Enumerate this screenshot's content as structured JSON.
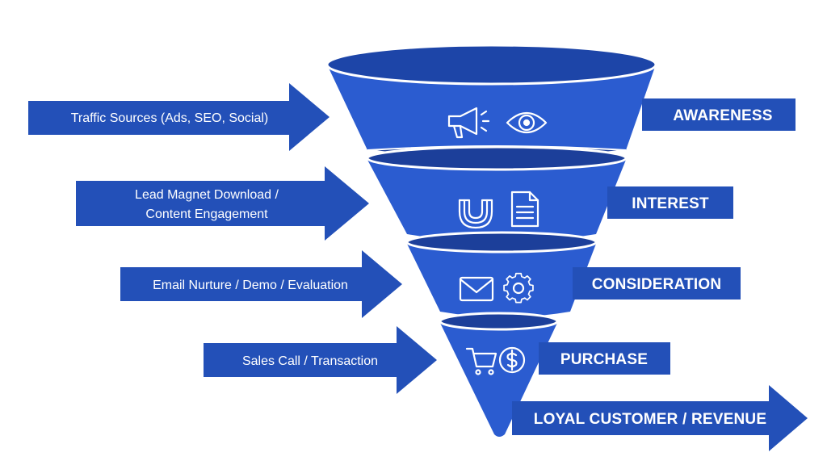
{
  "colors": {
    "primary": "#2350b8",
    "funnel": "#2b5cd0",
    "funnel_dark": "#1c3f9a",
    "rim": "#1d45a8",
    "background": "#ffffff"
  },
  "inputs": [
    {
      "lines": [
        "Traffic Sources (Ads, SEO, Social)"
      ]
    },
    {
      "lines": [
        "Lead Magnet Download /",
        "Content Engagement"
      ]
    },
    {
      "lines": [
        "Email Nurture / Demo / Evaluation"
      ]
    },
    {
      "lines": [
        "Sales Call / Transaction"
      ]
    }
  ],
  "stages": [
    {
      "label": "AWARENESS",
      "icons": [
        "megaphone-icon",
        "eye-icon"
      ]
    },
    {
      "label": "INTEREST",
      "icons": [
        "magnet-icon",
        "document-icon"
      ]
    },
    {
      "label": "CONSIDERATION",
      "icons": [
        "envelope-icon",
        "gear-icon"
      ]
    },
    {
      "label": "PURCHASE",
      "icons": [
        "shopping-cart-icon",
        "dollar-icon"
      ]
    }
  ],
  "output": {
    "label": "LOYAL CUSTOMER / REVENUE"
  }
}
